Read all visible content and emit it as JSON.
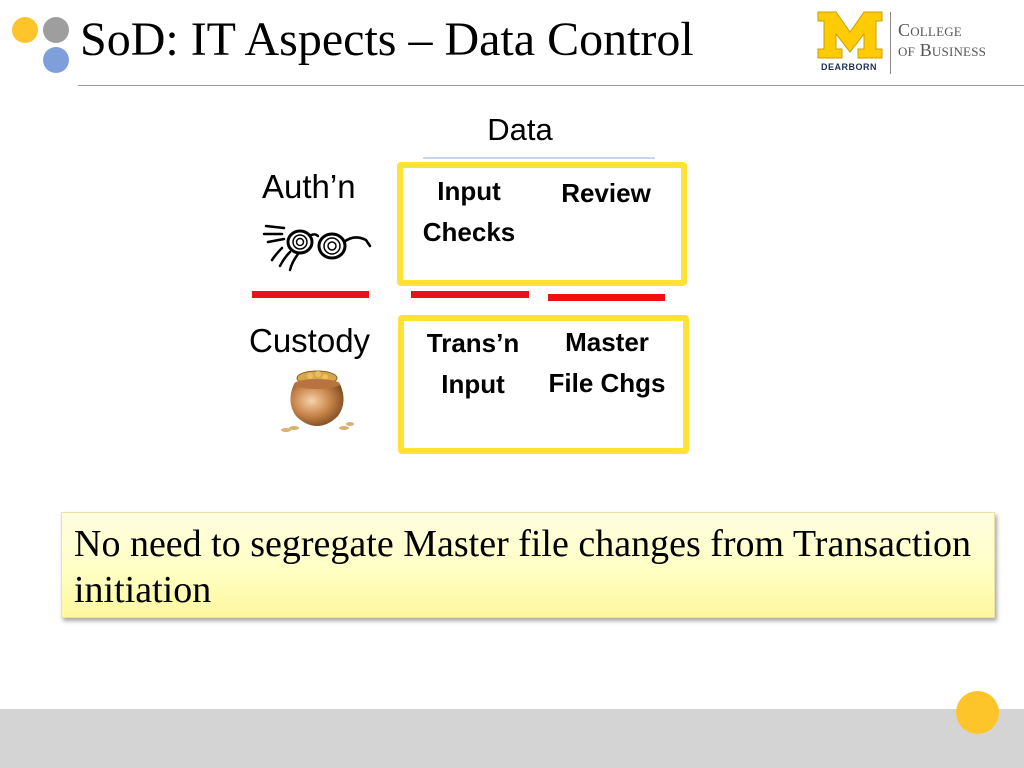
{
  "slide": {
    "title": "SoD: IT Aspects – Data Control",
    "logo": {
      "wordmark": "M",
      "campus": "DEARBORN",
      "college_line1": "College",
      "college_line2": "of Business"
    },
    "column_header": "Data",
    "rows": [
      {
        "label": "Auth’n",
        "icon": "glasses-icon",
        "cells": [
          "Input Checks",
          "Review"
        ]
      },
      {
        "label": "Custody",
        "icon": "money-pot-icon",
        "cells": [
          "Trans’n Input",
          "Master File Chgs"
        ]
      }
    ],
    "note": "No need to segregate Master file changes from Transaction initiation"
  },
  "colors": {
    "dot_yellow": "#fdc52a",
    "dot_gray": "#9e9e9e",
    "dot_blue": "#7f9fda",
    "box_border": "#ffe233",
    "divider_red": "#ee1111",
    "footer": "#d4d4d4",
    "logo_maize": "#ffcb05",
    "logo_blue": "#1c2f57"
  }
}
